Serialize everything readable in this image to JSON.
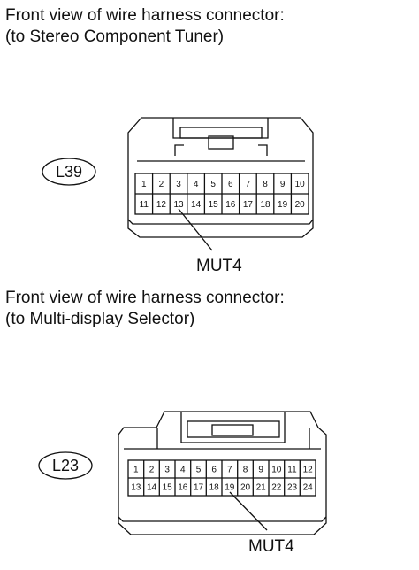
{
  "connectors": [
    {
      "caption_line1": "Front view of wire harness connector:",
      "caption_line2": "(to Stereo Component Tuner)",
      "id": "L39",
      "row1": [
        "1",
        "2",
        "3",
        "4",
        "5",
        "6",
        "7",
        "8",
        "9",
        "10"
      ],
      "row2": [
        "11",
        "12",
        "13",
        "14",
        "15",
        "16",
        "17",
        "18",
        "19",
        "20"
      ],
      "callout_label": "MUT4",
      "callout_pin": "13"
    },
    {
      "caption_line1": "Front view of wire harness connector:",
      "caption_line2": "(to Multi-display Selector)",
      "id": "L23",
      "row1": [
        "1",
        "2",
        "3",
        "4",
        "5",
        "6",
        "7",
        "8",
        "9",
        "10",
        "11",
        "12"
      ],
      "row2": [
        "13",
        "14",
        "15",
        "16",
        "17",
        "18",
        "19",
        "20",
        "21",
        "22",
        "23",
        "24"
      ],
      "callout_label": "MUT4",
      "callout_pin": "19"
    }
  ]
}
